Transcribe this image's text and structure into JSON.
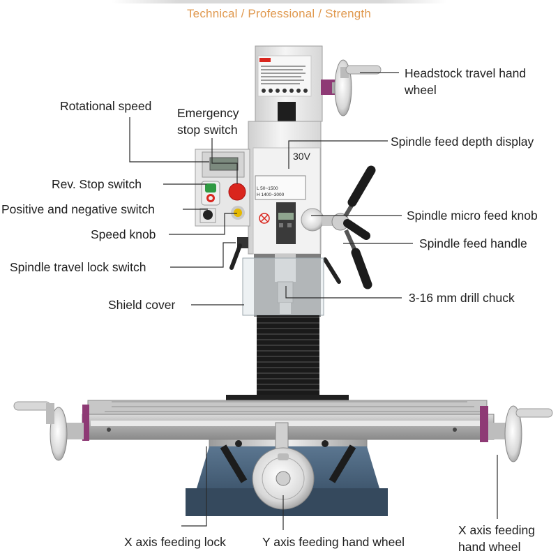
{
  "subtitle": "Technical / Professional / Strength",
  "labels": {
    "headstock_hand_wheel": [
      "Headstock travel hand",
      "wheel"
    ],
    "rotational_speed": "Rotational speed",
    "emergency_stop": [
      "Emergency",
      "stop switch"
    ],
    "spindle_depth_display": "Spindle feed depth display",
    "rev_stop_switch": "Rev. Stop switch",
    "pos_neg_switch": "Positive and negative switch",
    "spindle_micro_feed_knob": "Spindle micro feed knob",
    "speed_knob": "Speed knob",
    "spindle_feed_handle": "Spindle feed handle",
    "spindle_travel_lock": "Spindle travel lock switch",
    "drill_chuck": "3-16 mm drill chuck",
    "shield_cover": "Shield cover",
    "x_axis_lock": "X axis feeding lock",
    "y_axis_hand_wheel": "Y axis feeding hand wheel",
    "x_axis_hand_wheel": [
      "X axis feeding",
      "hand wheel"
    ]
  },
  "machine": {
    "voltage_badge": "30V",
    "speed_ranges": [
      "L  50~1500",
      "H 1400~3000"
    ]
  },
  "colors": {
    "subtitle": "#e0994f",
    "column_dark": "#1b1b1b",
    "head_white": "#eeeeee",
    "table_steel": "#b8b8b8",
    "base_blue": "#3f5870",
    "accent_magenta": "#8e3a75",
    "stop_red": "#d9251d",
    "start_green": "#2f9a42"
  }
}
